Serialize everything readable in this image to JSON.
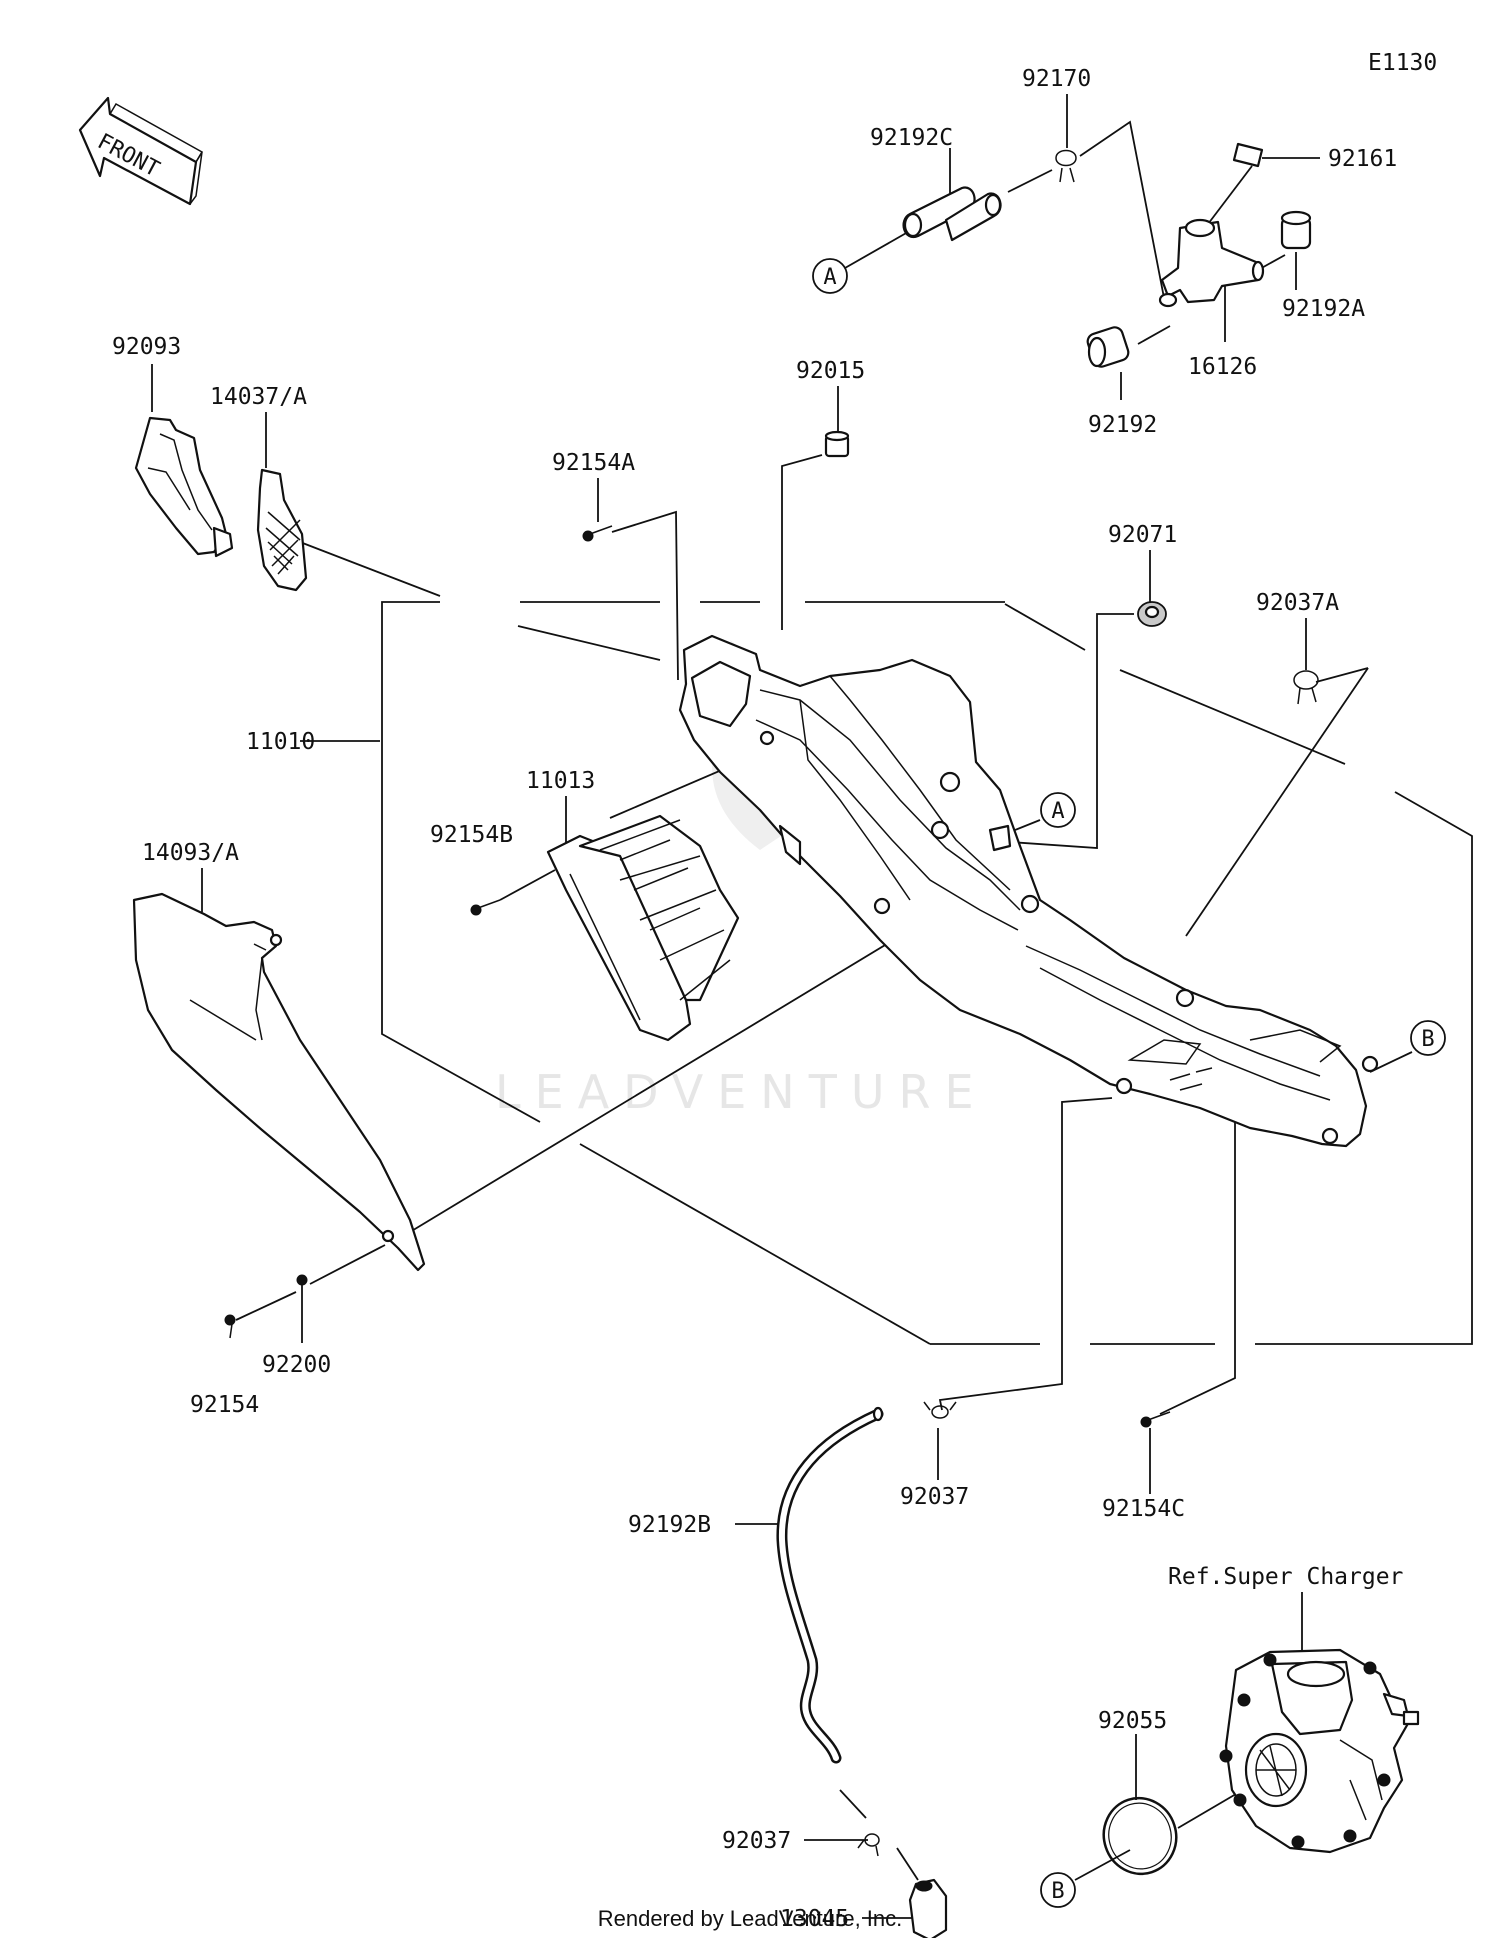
{
  "diagram_code": "E1130",
  "front_label": "FRONT",
  "reference_label": "Ref.Super Charger",
  "watermark": "LEADVENTURE",
  "footer": "Rendered by LeadVenture, Inc.",
  "part_numbers": [
    "92170",
    "92192C",
    "92161",
    "92192A",
    "16126",
    "92192",
    "92093",
    "14037/A",
    "92015",
    "92154A",
    "92071",
    "92037A",
    "11010",
    "11013",
    "92154B",
    "14093/A",
    "92200",
    "92154",
    "92037",
    "92154C",
    "92192B",
    "92055",
    "92037",
    "13045"
  ],
  "callout_refs": [
    "A",
    "A",
    "B",
    "B"
  ]
}
